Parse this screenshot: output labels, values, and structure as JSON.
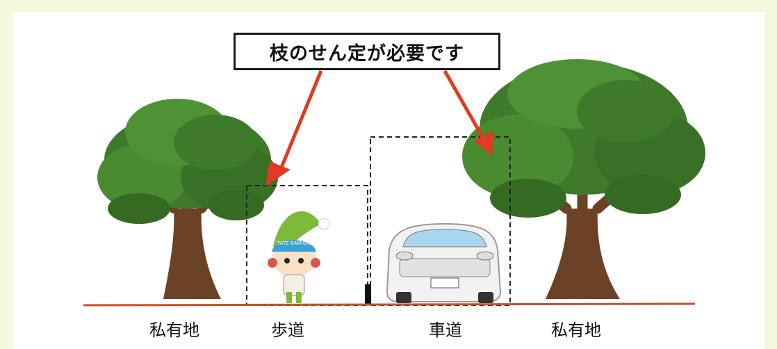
{
  "title": "枝のせん定が必要です",
  "labels": {
    "private_left": "私有地",
    "sidewalk": "歩道",
    "roadway": "車道",
    "private_right": "私有地"
  },
  "mascot_hat_text": "TATE BAYASHI",
  "colors": {
    "outer_background": "#f4f8dc",
    "ground_line": "#c2522c",
    "arrow": "#e03a22",
    "foliage": "#3f7a2a",
    "trunk": "#6b4226"
  },
  "icons": [
    "tree-left-icon",
    "tree-right-icon",
    "mascot-icon",
    "car-icon",
    "bollard-icon"
  ]
}
